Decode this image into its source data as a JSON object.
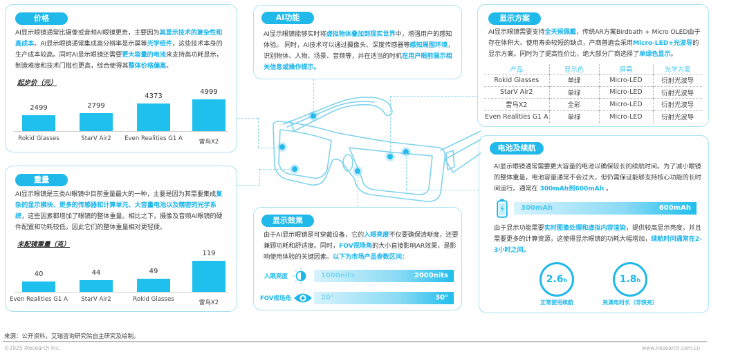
{
  "price": {
    "title": "价格",
    "text_parts": [
      {
        "t": "AI显示眼镜通常比摄像或音频AI眼镜更贵，主要因为",
        "hl": false
      },
      {
        "t": "其显示技术的复杂性和高成本",
        "hl": true
      },
      {
        "t": "。AI显示眼镜通常集成高分辨率显示屏等",
        "hl": false
      },
      {
        "t": "光学组件",
        "hl": true
      },
      {
        "t": "，这些技术本身的生产成本较高。同时AI显示眼镜还需要",
        "hl": false
      },
      {
        "t": "更大容量的电池",
        "hl": true
      },
      {
        "t": "来支持高功耗显示，制造难度和技术门槛也更高，综合使得其",
        "hl": false
      },
      {
        "t": "整体价格偏高",
        "hl": true
      },
      {
        "t": "。",
        "hl": false
      }
    ],
    "chart_title": "起步价（元）"
  },
  "weight": {
    "title": "重量",
    "text_parts": [
      {
        "t": "AI显示眼镜是三类AI眼镜中目前重量最大的一种，主要是因为其需要集成",
        "hl": false
      },
      {
        "t": "复杂的显示模块、更多的传感器和计算单元、大容量电池以及精密的光学系统",
        "hl": true
      },
      {
        "t": "，这些因素都增加了眼镜的整体重量。相比之下，摄像及音频AI眼镜的硬件配置和功耗较低，因此它们的整体重量相对更轻便。",
        "hl": false
      }
    ],
    "chart_title": "未配镜重量（克）"
  },
  "ai_function": {
    "title": "AI功能",
    "text_parts": [
      {
        "t": "AI显示眼镜能够实时将",
        "hl": false
      },
      {
        "t": "虚拟物体叠加到现实世界",
        "hl": true
      },
      {
        "t": "中，增强用户的感知体验。 同时，AI技术可以通过摄像头、深度传感器等",
        "hl": false
      },
      {
        "t": "感知周围环境",
        "hl": true
      },
      {
        "t": "，识别物体、人物、场景、音频等，并在适当的时机",
        "hl": false
      },
      {
        "t": "在用户眼前展示相关信息或操作提示。",
        "hl": true
      }
    ]
  },
  "display_effect": {
    "title": "显示效果",
    "text_parts": [
      {
        "t": "由于AI显示眼镜是可穿戴设备，它的",
        "hl": false
      },
      {
        "t": "入眼亮度",
        "hl": true
      },
      {
        "t": "不仅要确保清晰度，还要兼顾功耗和舒适度。同时，",
        "hl": false
      },
      {
        "t": "FOV视场角",
        "hl": true
      },
      {
        "t": "的大小直接影响AR效果，是影响使用体验的关键因素。",
        "hl": false
      },
      {
        "t": "以下为市场产品参数区间：",
        "hl": true
      }
    ],
    "ranges": [
      {
        "label": "入眼亮度",
        "icon": "brightness-icon",
        "low": "1000nits",
        "high": "2000nits"
      },
      {
        "label": "FOV视场角",
        "icon": "eye-icon",
        "low": "20°",
        "high": "30°"
      }
    ]
  },
  "display_scheme": {
    "title": "显示方案",
    "text_parts": [
      {
        "t": "AI显示眼镜需要支持",
        "hl": false
      },
      {
        "t": "全天候佩戴",
        "hl": true
      },
      {
        "t": "，传统AR方案Birdbath + Micro OLED由于存在体积大、使用寿命较短的缺点，产商普遍会采用",
        "hl": false
      },
      {
        "t": "Micro-LED+光波导",
        "hl": true
      },
      {
        "t": "的显示方案。同时为了提高性价比，绝大部分厂商选择了",
        "hl": false
      },
      {
        "t": "单绿色显示",
        "hl": true
      },
      {
        "t": "。",
        "hl": false
      }
    ],
    "table": {
      "headers": [
        "产品",
        "显示色",
        "屏幕",
        "光学方案"
      ],
      "rows": [
        [
          "Rokid Glasses",
          "单绿",
          "Micro-LED",
          "衍射光波导"
        ],
        [
          "StarV Air2",
          "单绿",
          "Micro-LED",
          "衍射光波导"
        ],
        [
          "雷鸟X2",
          "全彩",
          "Micro-LED",
          "衍射光波导"
        ],
        [
          "Even Realities G1 A",
          "单绿",
          "Micro-LED",
          "衍射光波导"
        ]
      ]
    }
  },
  "battery": {
    "title": "电池及续航",
    "text1_parts": [
      {
        "t": "AI显示眼镜通常需要更大容量的电池以确保较长的续航时间。为了减小眼镜的整体重量，电池容量通常不会过大，但仍需保证能够支持核心功能的长时间运行。通常在 ",
        "hl": false
      },
      {
        "t": "300mAh到600mAh",
        "hl": true
      },
      {
        "t": " 。",
        "hl": false
      }
    ],
    "range": {
      "low": "300mAh",
      "high": "600mAh"
    },
    "text2_parts": [
      {
        "t": "由于显示功能需要",
        "hl": false
      },
      {
        "t": "实时图像处理和虚拟内容渲染",
        "hl": true
      },
      {
        "t": "，提供较高显示亮度，并且需要更多的计算资源，这使得显示眼镜的功耗大幅增加，",
        "hl": false
      },
      {
        "t": "续航时间通常在2-3小时之间。",
        "hl": true
      }
    ],
    "stats": [
      {
        "value": "2.6",
        "unit": "h",
        "label": "正常使用续航"
      },
      {
        "value": "1.8",
        "unit": "h",
        "label": "充满电时长（非快充）"
      }
    ]
  },
  "footer": {
    "source": "来源：公开资料，艾瑞咨询研究院自主研究及绘制。",
    "copyright": "©2025 iResearch Inc.",
    "url": "www.iresearch.com.cn"
  },
  "chart_data": [
    {
      "type": "bar",
      "title": "起步价（元）",
      "categories": [
        "Rokid Glasses",
        "StarV Air2",
        "Even Realities G1 A",
        "雷鸟X2"
      ],
      "values": [
        2499,
        2799,
        4373,
        4999
      ],
      "xlabel": "",
      "ylabel": "元",
      "grid": false
    },
    {
      "type": "bar",
      "title": "未配镜重量（克）",
      "categories": [
        "Even Realities G1 A",
        "StarV Air2",
        "Rokid Glasses",
        "雷鸟X2"
      ],
      "values": [
        40,
        44,
        49,
        119
      ],
      "xlabel": "",
      "ylabel": "克",
      "grid": false
    }
  ],
  "colors": {
    "accent": "#21b8ea",
    "border": "#a8e2f2",
    "bar": "#1fc0ee"
  }
}
